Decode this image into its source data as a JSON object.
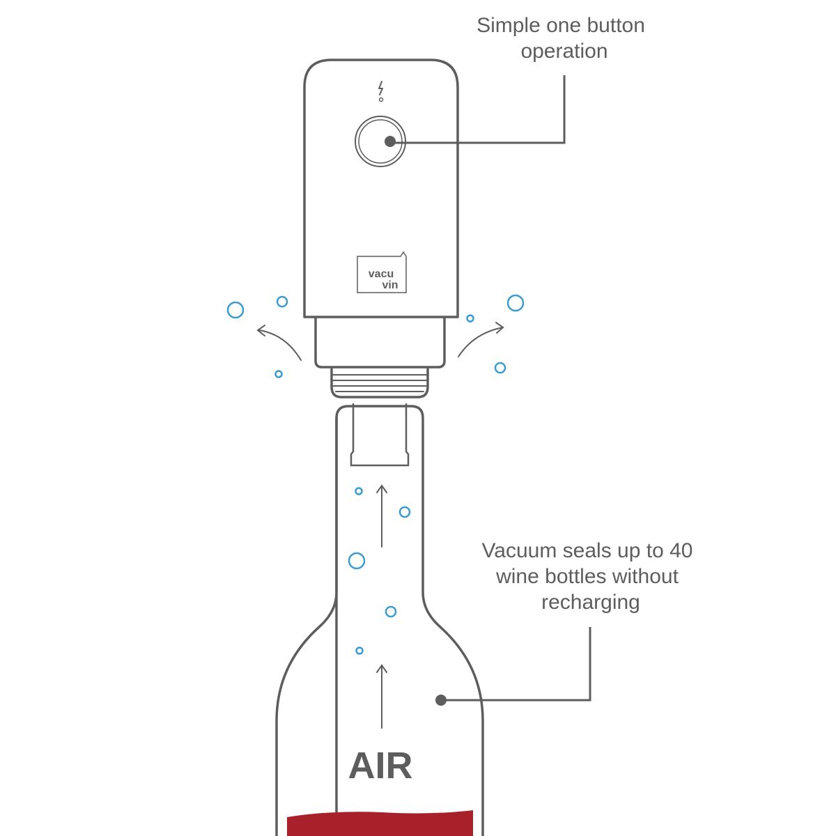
{
  "callouts": {
    "button": {
      "line1": "Simple one button",
      "line2": "operation"
    },
    "vacuum": {
      "line1": "Vacuum seals up to 40",
      "line2": "wine bottles without",
      "line3": "recharging"
    }
  },
  "logo": {
    "line1": "vacu",
    "line2": "vin"
  },
  "bottle_label": "AIR",
  "colors": {
    "outline": "#5d5d5d",
    "bubble": "#3a9bd5",
    "wine": "#a8202a"
  },
  "icons": {
    "charge": "lightning-bolt-icon"
  }
}
